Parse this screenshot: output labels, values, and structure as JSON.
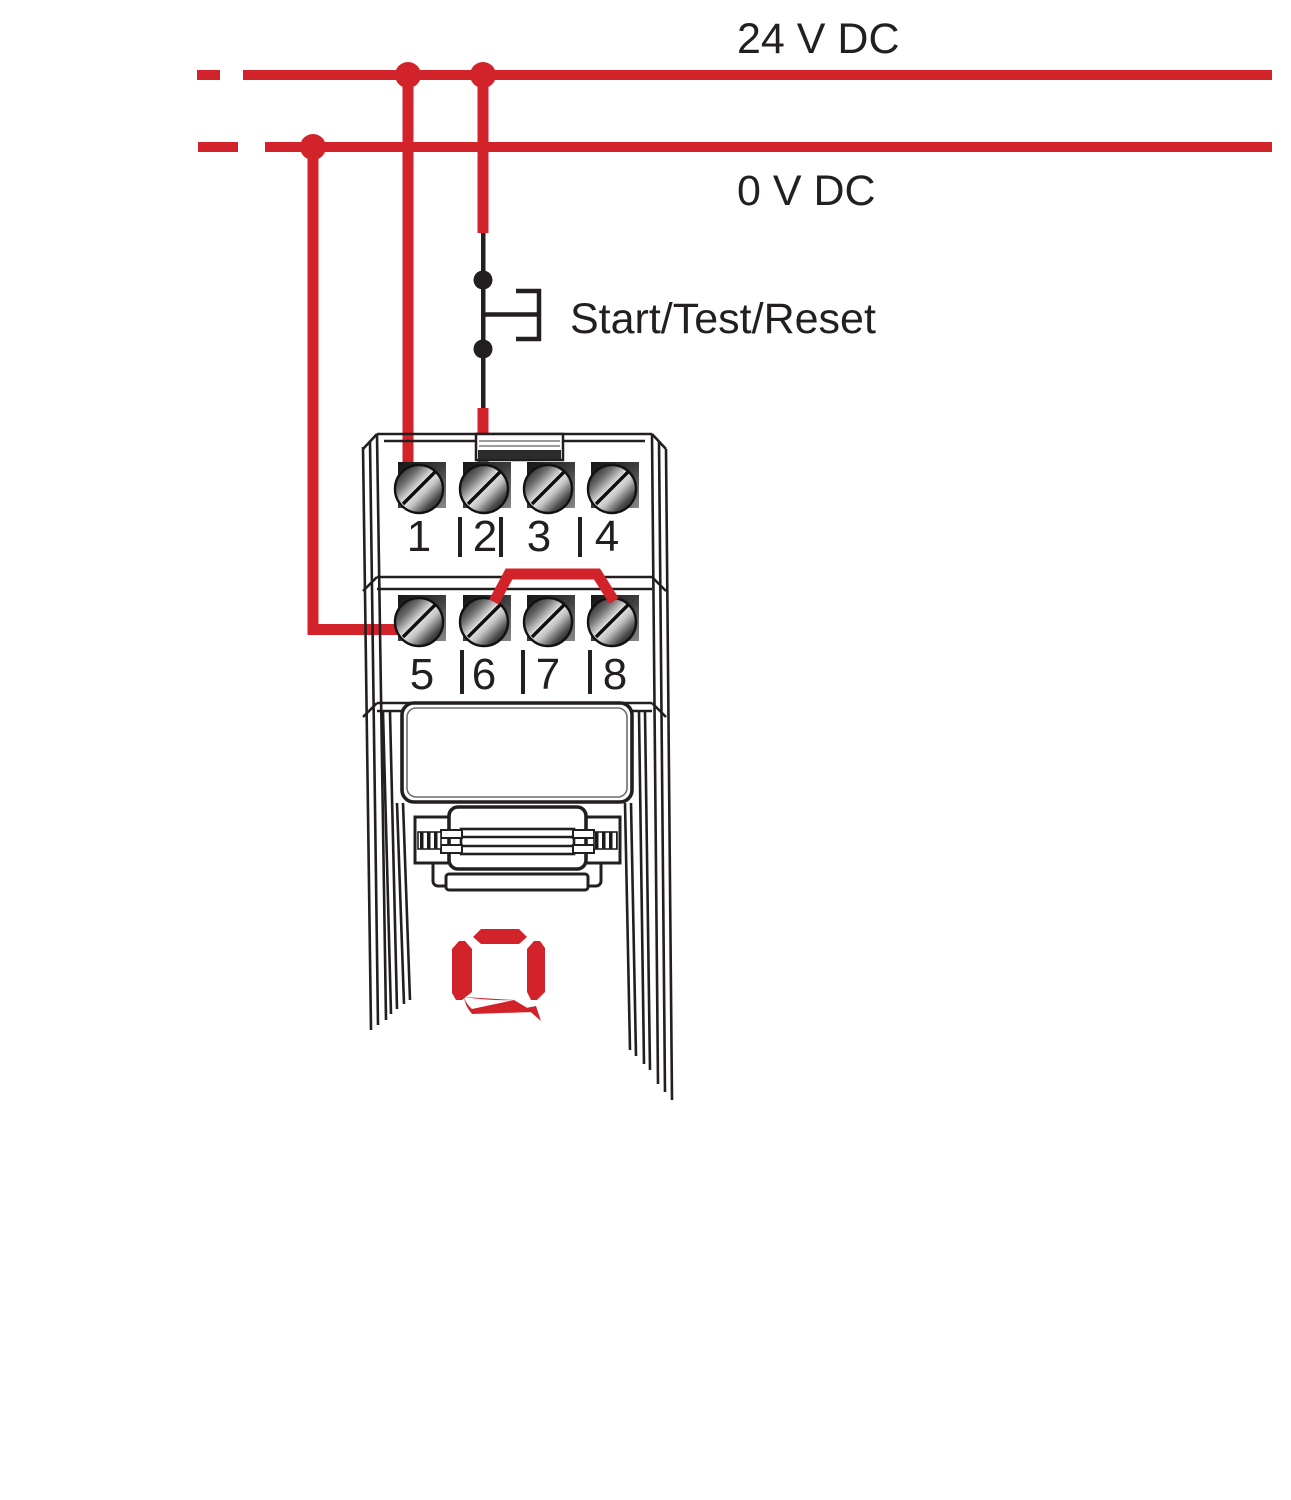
{
  "diagram": {
    "power_rails": {
      "top": {
        "label": "24 V DC"
      },
      "bottom": {
        "label": "0 V DC"
      }
    },
    "switch": {
      "label": "Start/Test/Reset"
    },
    "device": {
      "terminal_labels_top": [
        "1",
        "2",
        "3",
        "4"
      ],
      "terminal_labels_bottom": [
        "5",
        "6",
        "7",
        "8"
      ],
      "display_symbol": "Q",
      "jumper_between": "6-8"
    },
    "connections": [
      "24 V DC rail to terminal 1",
      "24 V DC rail through Start/Test/Reset pushbutton to terminal 2",
      "0 V DC rail to terminal 5",
      "wire jumper from terminal 6 to terminal 8"
    ],
    "colors": {
      "wire_red": "#d2232a",
      "outline_black": "#231f20"
    }
  }
}
